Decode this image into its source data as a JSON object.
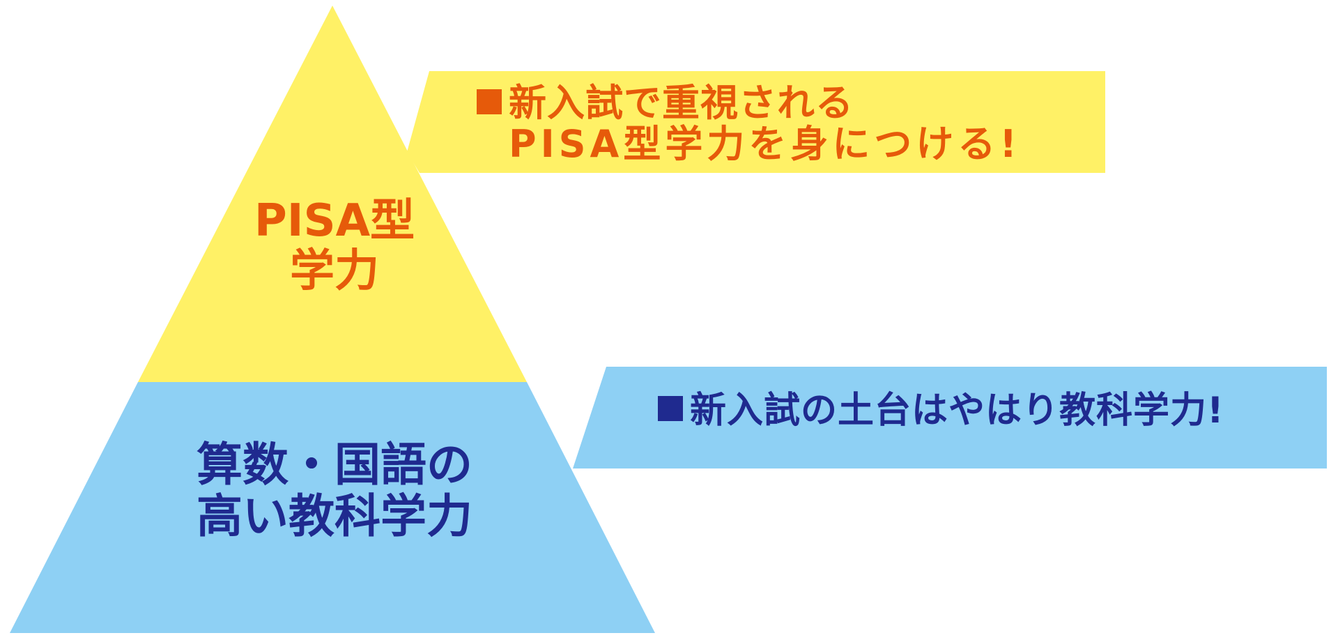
{
  "colors": {
    "yellow": "#fff166",
    "light_blue": "#8ed0f4",
    "orange": "#e65a0a",
    "navy": "#1f2a8f"
  },
  "pyramid": {
    "top_label_line1": "PISA型",
    "top_label_line2": "学力",
    "bottom_label_line1": "算数・国語の",
    "bottom_label_line2": "高い教科学力"
  },
  "callouts": {
    "top_line1": "新入試で重視される",
    "top_line2": "PISA型学力を身につける!",
    "bottom_line1": "新入試の土台はやはり教科学力!"
  }
}
